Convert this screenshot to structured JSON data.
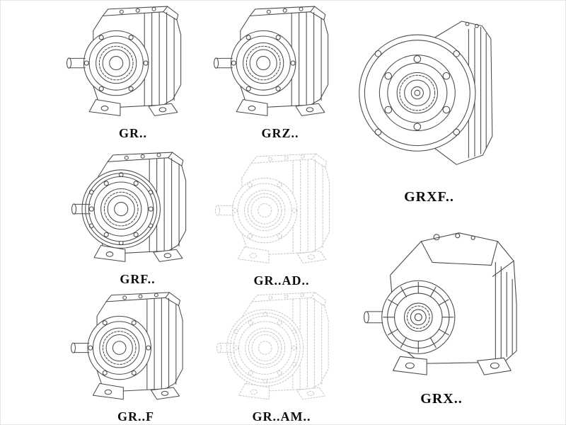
{
  "page": {
    "background": "#ffffff"
  },
  "colors": {
    "ink": "#4a4a4a",
    "faded_ink": "#c8c8c8",
    "label_text": "#0c0c0c"
  },
  "figures": [
    {
      "key": "gr",
      "label": "GR.."
    },
    {
      "key": "grz",
      "label": "GRZ.."
    },
    {
      "key": "grxf",
      "label": "GRXF.."
    },
    {
      "key": "grf",
      "label": "GRF.."
    },
    {
      "key": "gr_ad",
      "label": "GR..AD.."
    },
    {
      "key": "gr_f",
      "label": "GR..F"
    },
    {
      "key": "gr_am",
      "label": "GR..AM.."
    },
    {
      "key": "grx",
      "label": "GRX.."
    }
  ]
}
